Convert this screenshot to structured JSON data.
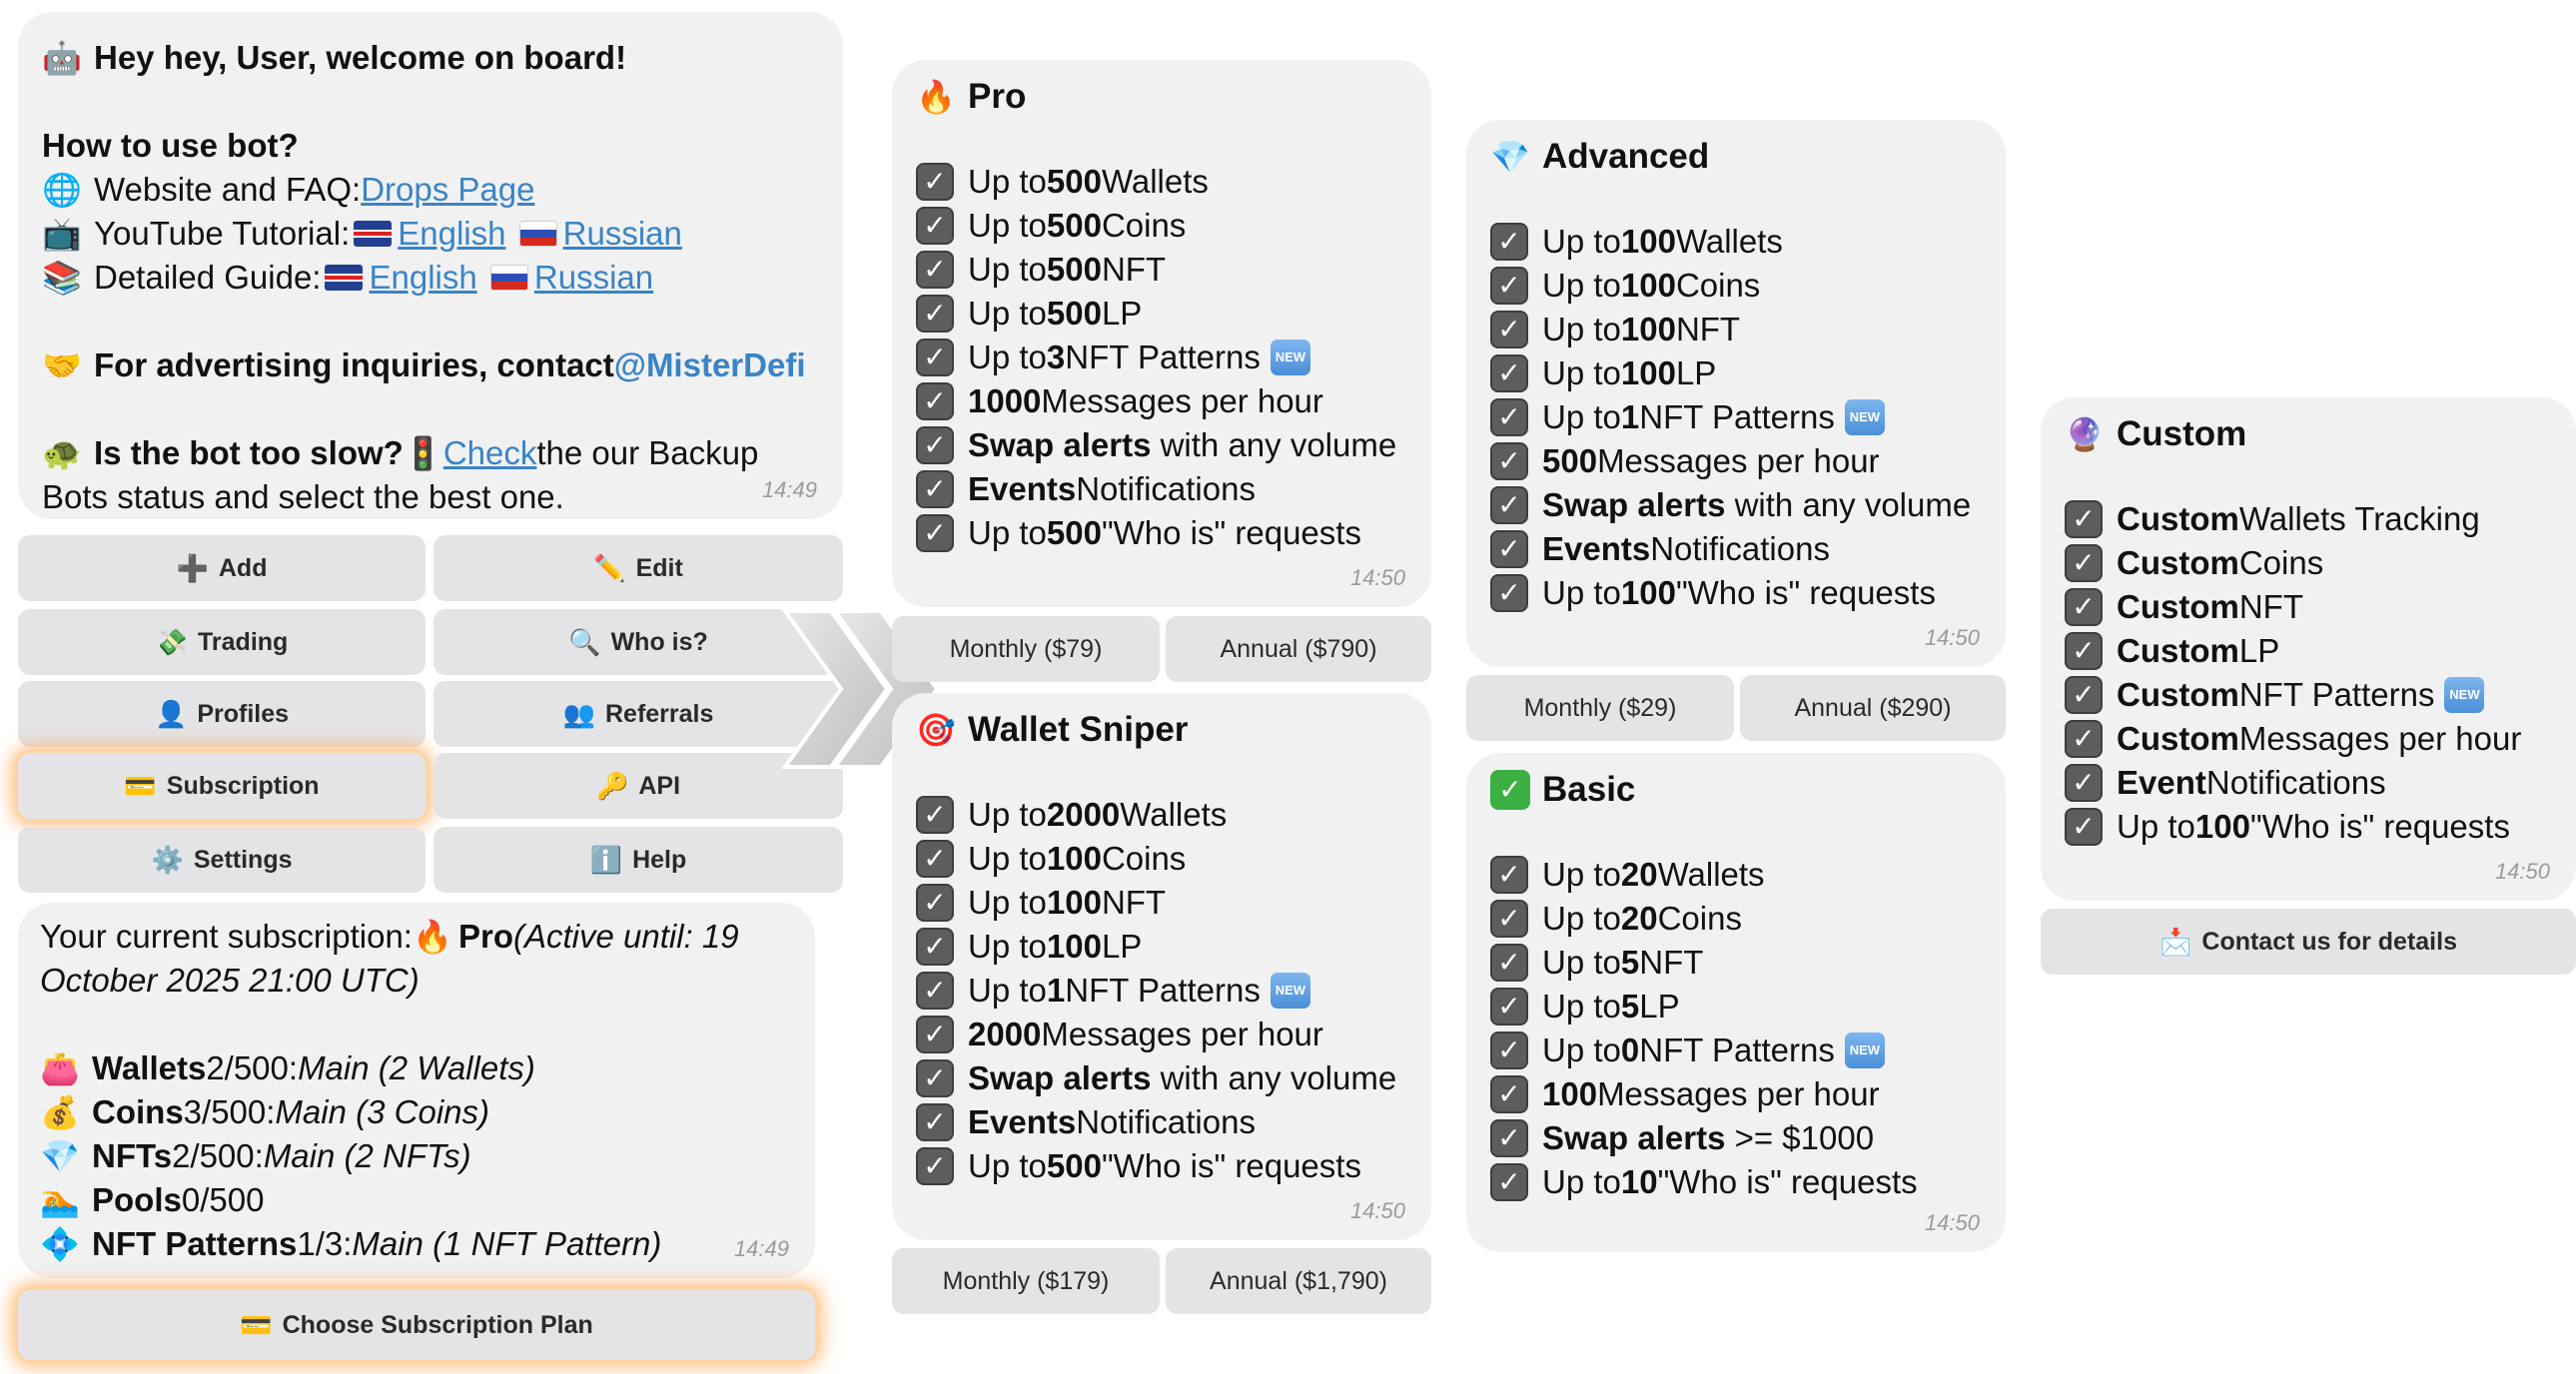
{
  "welcome": {
    "greeting": "Hey hey, User, welcome on board!",
    "how_to": "How to use bot?",
    "website_label": "Website and FAQ: ",
    "website_link": "Drops Page",
    "youtube_label": "YouTube Tutorial: ",
    "guide_label": "Detailed Guide: ",
    "english": "English",
    "russian": "Russian",
    "advert_text": "For advertising inquiries, contact ",
    "advert_mention": "@MisterDefi",
    "slow_text": "Is the bot too slow? ",
    "slow_link": " Check",
    "slow_rest": " the our Backup",
    "slow_rest2": "Bots status and select the best one.",
    "time": "14:49"
  },
  "keyboard": {
    "add": "Add",
    "edit": "Edit",
    "trading": "Trading",
    "whois": "Who is?",
    "profiles": "Profiles",
    "referrals": "Referrals",
    "subscription": "Subscription",
    "api": "API",
    "settings": "Settings",
    "help": "Help"
  },
  "subscription": {
    "current_label": "Your current subscription: ",
    "plan": "Pro",
    "active_until_1": " (Active until: 19",
    "active_until_2": "October 2025 21:00 UTC)",
    "wallets_label": "Wallets",
    "wallets_value": " 2/500: ",
    "wallets_detail": "Main (2 Wallets)",
    "coins_label": "Coins",
    "coins_value": " 3/500: ",
    "coins_detail": "Main (3 Coins)",
    "nfts_label": "NFTs",
    "nfts_value": " 2/500: ",
    "nfts_detail": "Main (2 NFTs)",
    "pools_label": "Pools",
    "pools_value": " 0/500",
    "patterns_label": "NFT Patterns",
    "patterns_value": " 1/3: ",
    "patterns_detail": "Main (1 NFT Pattern)",
    "time": "14:49",
    "choose_button": "Choose Subscription Plan"
  },
  "plans": {
    "pro": {
      "title": "Pro",
      "wallets": "500",
      "coins": "500",
      "nft": "500",
      "lp": "500",
      "patterns": "3",
      "messages": "1000",
      "swap": "with any volume",
      "whois": "500",
      "time": "14:50",
      "monthly": "Monthly ($79)",
      "annual": "Annual ($790)"
    },
    "sniper": {
      "title": "Wallet Sniper",
      "wallets": "2000",
      "coins": "100",
      "nft": "100",
      "lp": "100",
      "patterns": "1",
      "messages": "2000",
      "swap": "with any volume",
      "whois": "500",
      "time": "14:50",
      "monthly": "Monthly ($179)",
      "annual": "Annual ($1,790)"
    },
    "advanced": {
      "title": "Advanced",
      "wallets": "100",
      "coins": "100",
      "nft": "100",
      "lp": "100",
      "patterns": "1",
      "messages": "500",
      "swap": "with any volume",
      "whois": "100",
      "time": "14:50",
      "monthly": "Monthly ($29)",
      "annual": "Annual ($290)"
    },
    "basic": {
      "title": "Basic",
      "wallets": "20",
      "coins": "20",
      "nft": "5",
      "lp": "5",
      "patterns": "0",
      "messages": "100",
      "swap": ">= $1000",
      "whois": "10",
      "time": "14:50"
    },
    "custom": {
      "title": "Custom",
      "custom_word": "Custom",
      "wallets_rest": " Wallets Tracking",
      "coins_rest": " Coins",
      "nft_rest": " NFT",
      "lp_rest": " LP",
      "patterns_rest": " NFT Patterns",
      "messages_rest": " Messages per hour",
      "event_word": "Event",
      "event_rest": " Notifications",
      "whois": "100",
      "time": "14:50",
      "contact": "Contact us for details"
    },
    "common": {
      "up_to": "Up to ",
      "wallets": " Wallets",
      "coins": " Coins",
      "nft": " NFT",
      "lp": " LP",
      "patterns": " NFT Patterns",
      "messages": " Messages per hour",
      "swap_alerts": "Swap alerts",
      "events": "Events",
      "notifications": " Notifications",
      "whois_req": " \"Who is\" requests",
      "new_badge": "NEW"
    }
  }
}
